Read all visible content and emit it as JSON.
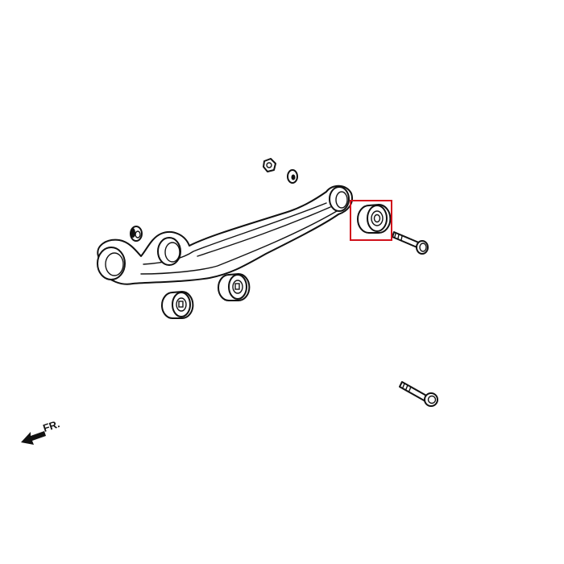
{
  "diagram": {
    "type": "exploded-parts-diagram",
    "subject": "suspension arm with bushings",
    "background_color": "#ffffff",
    "line_color": "#111111",
    "highlight_color": "#d0111b",
    "direction_indicator": {
      "label": "FR.",
      "icon": "arrow-left-icon"
    },
    "parts": [
      {
        "id": "control-arm",
        "description": "suspension control arm"
      },
      {
        "id": "bushing-highlighted",
        "description": "highlighted bushing",
        "highlighted": true
      },
      {
        "id": "bushing-front",
        "description": "bushing"
      },
      {
        "id": "bushing-middle",
        "description": "bushing"
      },
      {
        "id": "nut-1",
        "description": "nut"
      },
      {
        "id": "nut-2",
        "description": "nut"
      },
      {
        "id": "nut-3",
        "description": "nut"
      },
      {
        "id": "bolt-upper",
        "description": "bolt"
      },
      {
        "id": "bolt-lower",
        "description": "bolt"
      }
    ]
  }
}
